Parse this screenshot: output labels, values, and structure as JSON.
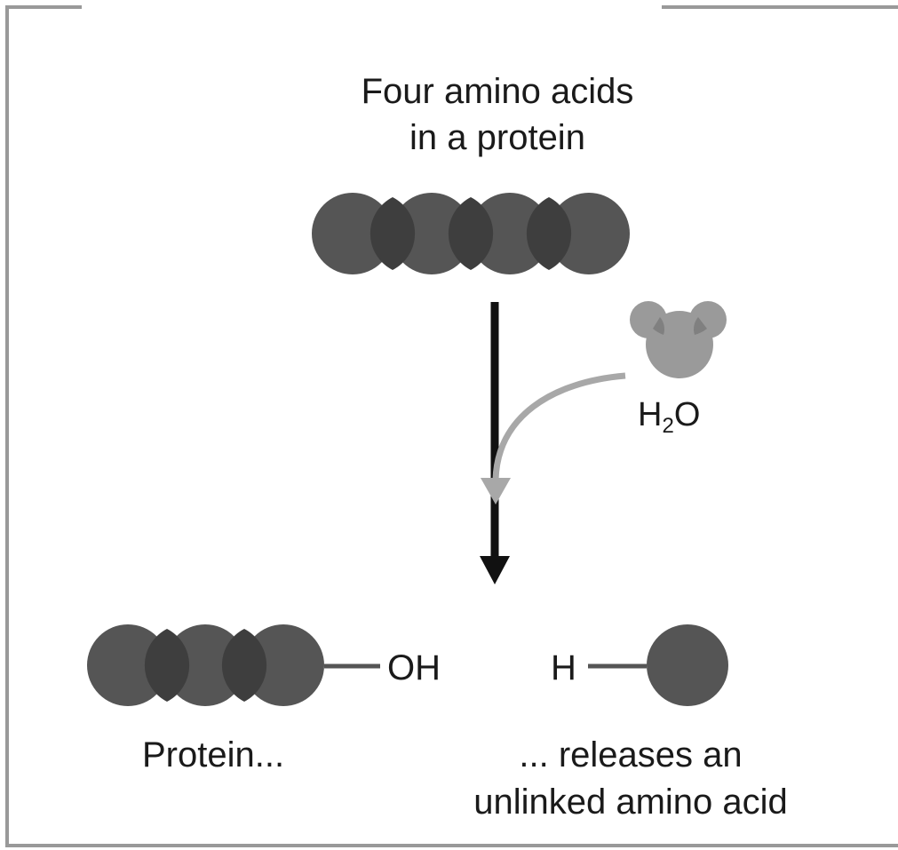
{
  "title": {
    "line1": "Four amino acids",
    "line2": "in a protein"
  },
  "water": {
    "element_h": "H",
    "subscript": "2",
    "element_o": "O"
  },
  "products": {
    "oh_group": "OH",
    "h_group": "H",
    "protein_caption": "Protein...",
    "released_line1": "... releases an",
    "released_line2": "unlinked amino acid"
  },
  "colors": {
    "amino_acid": "#555555",
    "amino_acid_overlap": "#3e3e3e",
    "water": "#9a9a9a",
    "water_overlap": "#808080",
    "water_arrow": "#a8a8a8",
    "main_arrow": "#111111",
    "frame": "#999999",
    "bond": "#555555"
  }
}
